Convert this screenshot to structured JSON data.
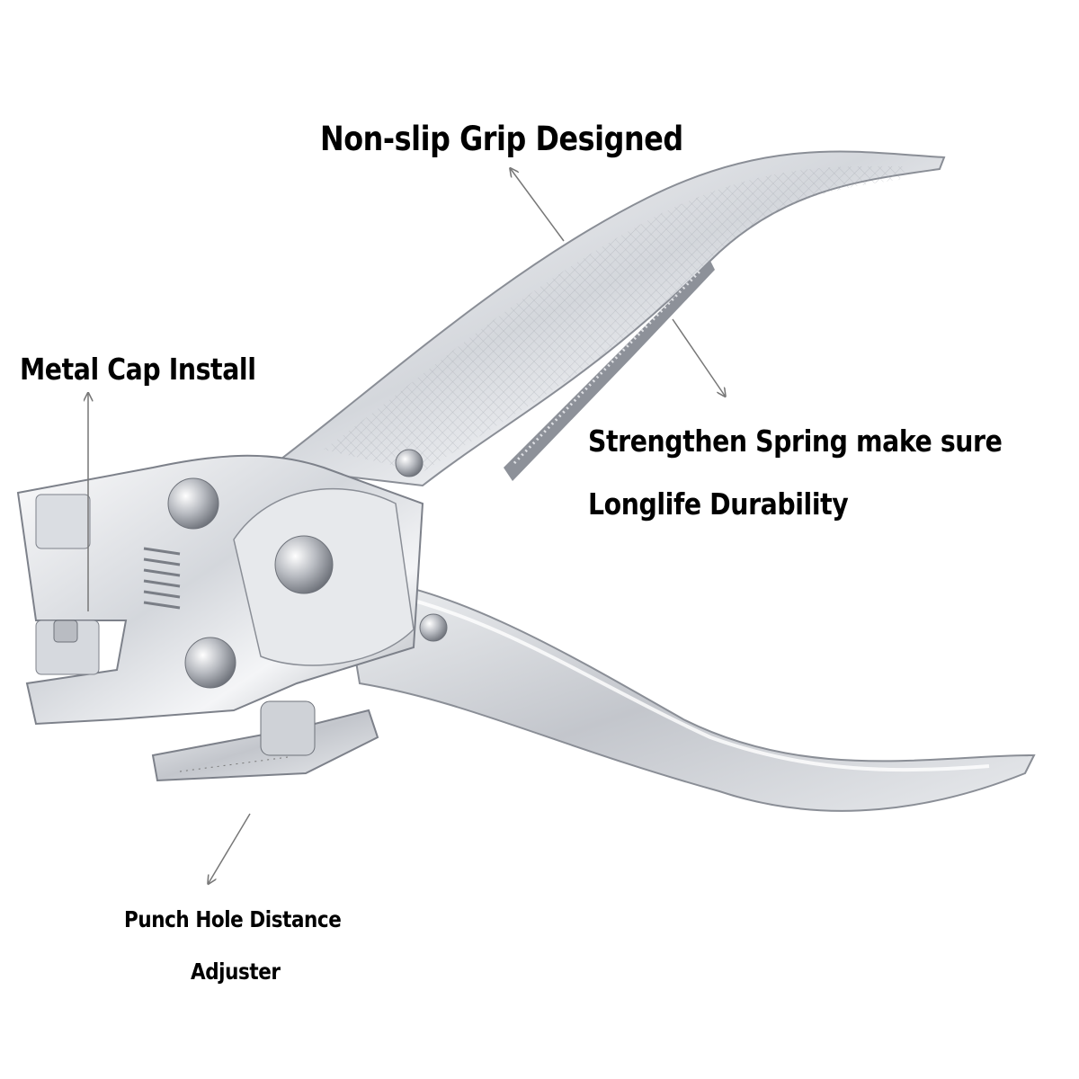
{
  "callouts": {
    "grip": "Non-slip Grip Designed",
    "cap": "Metal Cap Install",
    "spring_line1": "Strengthen Spring make sure",
    "spring_line2": "Longlife Durability",
    "adjuster_line1": "Punch Hole Distance",
    "adjuster_line2": "Adjuster"
  },
  "colors": {
    "background": "#ffffff",
    "text": "#000000",
    "metal_light": "#f2f3f5",
    "metal_mid": "#c9ccd2",
    "metal_dark": "#8a8e96",
    "arrow": "#777777"
  },
  "icons": {
    "product": "hand-punch-pliers",
    "pointer": "arrow-icon"
  }
}
